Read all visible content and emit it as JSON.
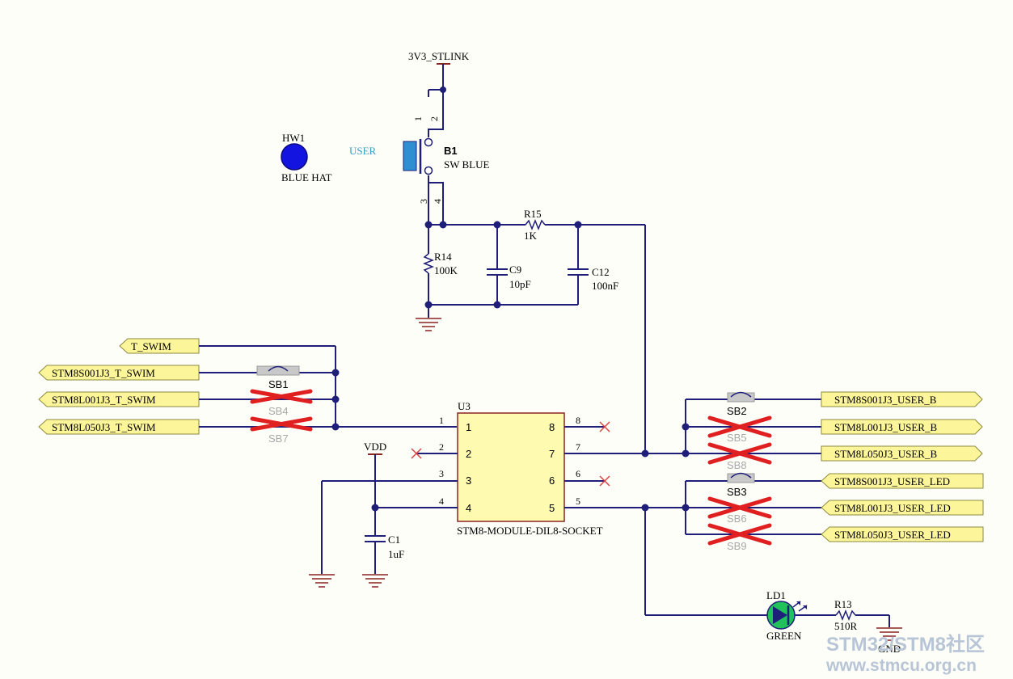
{
  "nets": {
    "v3v3_stlink": "3V3_STLINK",
    "vdd": "VDD",
    "gnd": "GND"
  },
  "switch_b1": {
    "ref": "B1",
    "value": "SW BLUE",
    "side_label": "USER",
    "pins": [
      "1",
      "2",
      "3",
      "4"
    ]
  },
  "hat_hw1": {
    "ref": "HW1",
    "value": "BLUE HAT"
  },
  "r14": {
    "ref": "R14",
    "value": "100K"
  },
  "r15": {
    "ref": "R15",
    "value": "1K"
  },
  "c9": {
    "ref": "C9",
    "value": "10pF"
  },
  "c12": {
    "ref": "C12",
    "value": "100nF"
  },
  "c1": {
    "ref": "C1",
    "value": "1uF"
  },
  "u3": {
    "ref": "U3",
    "value": "STM8-MODULE-DIL8-SOCKET",
    "left_pins": [
      "1",
      "2",
      "3",
      "4"
    ],
    "right_pins": [
      "8",
      "7",
      "6",
      "5"
    ]
  },
  "swim_ports": [
    "T_SWIM",
    "STM8S001J3_T_SWIM",
    "STM8L001J3_T_SWIM",
    "STM8L050J3_T_SWIM"
  ],
  "user_b_ports": [
    "STM8S001J3_USER_B",
    "STM8L001J3_USER_B",
    "STM8L050J3_USER_B"
  ],
  "user_led_ports": [
    "STM8S001J3_USER_LED",
    "STM8L001J3_USER_LED",
    "STM8L050J3_USER_LED"
  ],
  "solder_bridges": {
    "sb1": "SB1",
    "sb4": "SB4",
    "sb7": "SB7",
    "sb2": "SB2",
    "sb5": "SB5",
    "sb8": "SB8",
    "sb3": "SB3",
    "sb6": "SB6",
    "sb9": "SB9"
  },
  "ld1": {
    "ref": "LD1",
    "value": "GREEN"
  },
  "r13": {
    "ref": "R13",
    "value": "510R"
  },
  "watermark": {
    "line1": "STM32/STM8社区",
    "line2": "www.stmcu.org.cn"
  },
  "colors": {
    "wire": "#1f1f7a",
    "net_flag_fill": "#fdf59a",
    "nc_mark": "#d94040",
    "bridge_cross": "#e02020",
    "led_fill": "#22c25a",
    "hat_fill": "#1414e0",
    "switch_fill": "#2f8fd0"
  }
}
